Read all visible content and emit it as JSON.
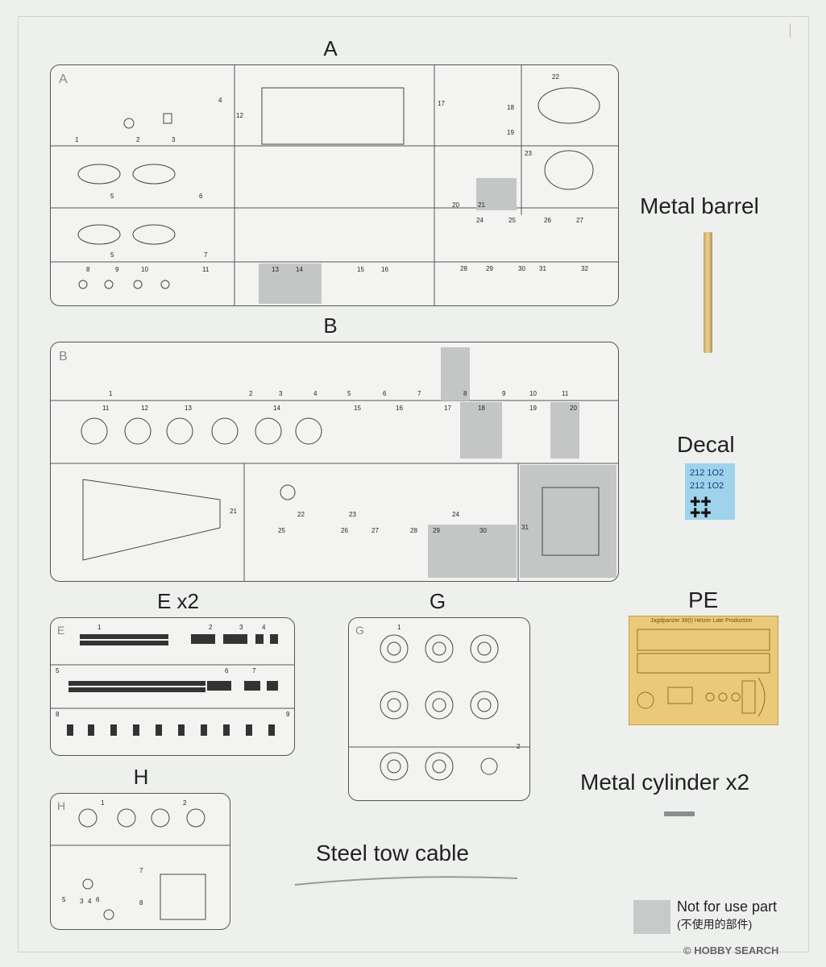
{
  "titles": {
    "a": "A",
    "b": "B",
    "e": "E x2",
    "g": "G",
    "h": "H"
  },
  "labels": {
    "metal_barrel": "Metal barrel",
    "decal": "Decal",
    "pe": "PE",
    "metal_cylinder": "Metal cylinder x2",
    "steel_tow_cable": "Steel tow cable",
    "not_for_use": "Not for use part",
    "not_for_use_cn": "(不使用的部件)"
  },
  "decal": {
    "row1": "212 1O2",
    "row2": "212 1O2"
  },
  "pe_title": "Jagdpanzer 38(t) Hetzer Late Production",
  "watermark": "© HOBBY SEARCH",
  "sprue_a": {
    "letter": "A",
    "parts": [
      "1",
      "2",
      "3",
      "4",
      "5",
      "6",
      "5",
      "7",
      "8",
      "9",
      "10",
      "11",
      "12",
      "13",
      "14",
      "15",
      "16",
      "17",
      "18",
      "19",
      "20",
      "21",
      "22",
      "23",
      "24",
      "25",
      "26",
      "27",
      "28",
      "29",
      "30",
      "31",
      "32"
    ]
  },
  "sprue_b": {
    "letter": "B",
    "parts": [
      "1",
      "2",
      "3",
      "4",
      "5",
      "6",
      "7",
      "8",
      "9",
      "10",
      "11",
      "12",
      "13",
      "14",
      "15",
      "16",
      "17",
      "18",
      "19",
      "20",
      "21",
      "22",
      "23",
      "24",
      "25",
      "26",
      "27",
      "28",
      "29",
      "30",
      "31"
    ]
  },
  "sprue_e": {
    "letter": "E",
    "parts": [
      "1",
      "2",
      "3",
      "4",
      "5",
      "6",
      "7",
      "8",
      "9"
    ]
  },
  "sprue_g": {
    "letter": "G",
    "parts": [
      "1",
      "2"
    ]
  },
  "sprue_h": {
    "letter": "H",
    "parts": [
      "1",
      "2",
      "3",
      "4",
      "5",
      "6",
      "7",
      "8"
    ]
  },
  "colors": {
    "not_for_use": "#c4c6c6",
    "barrel": "#d4b06a",
    "pe": "#e9c97a",
    "decal": "#9fd3ec"
  }
}
